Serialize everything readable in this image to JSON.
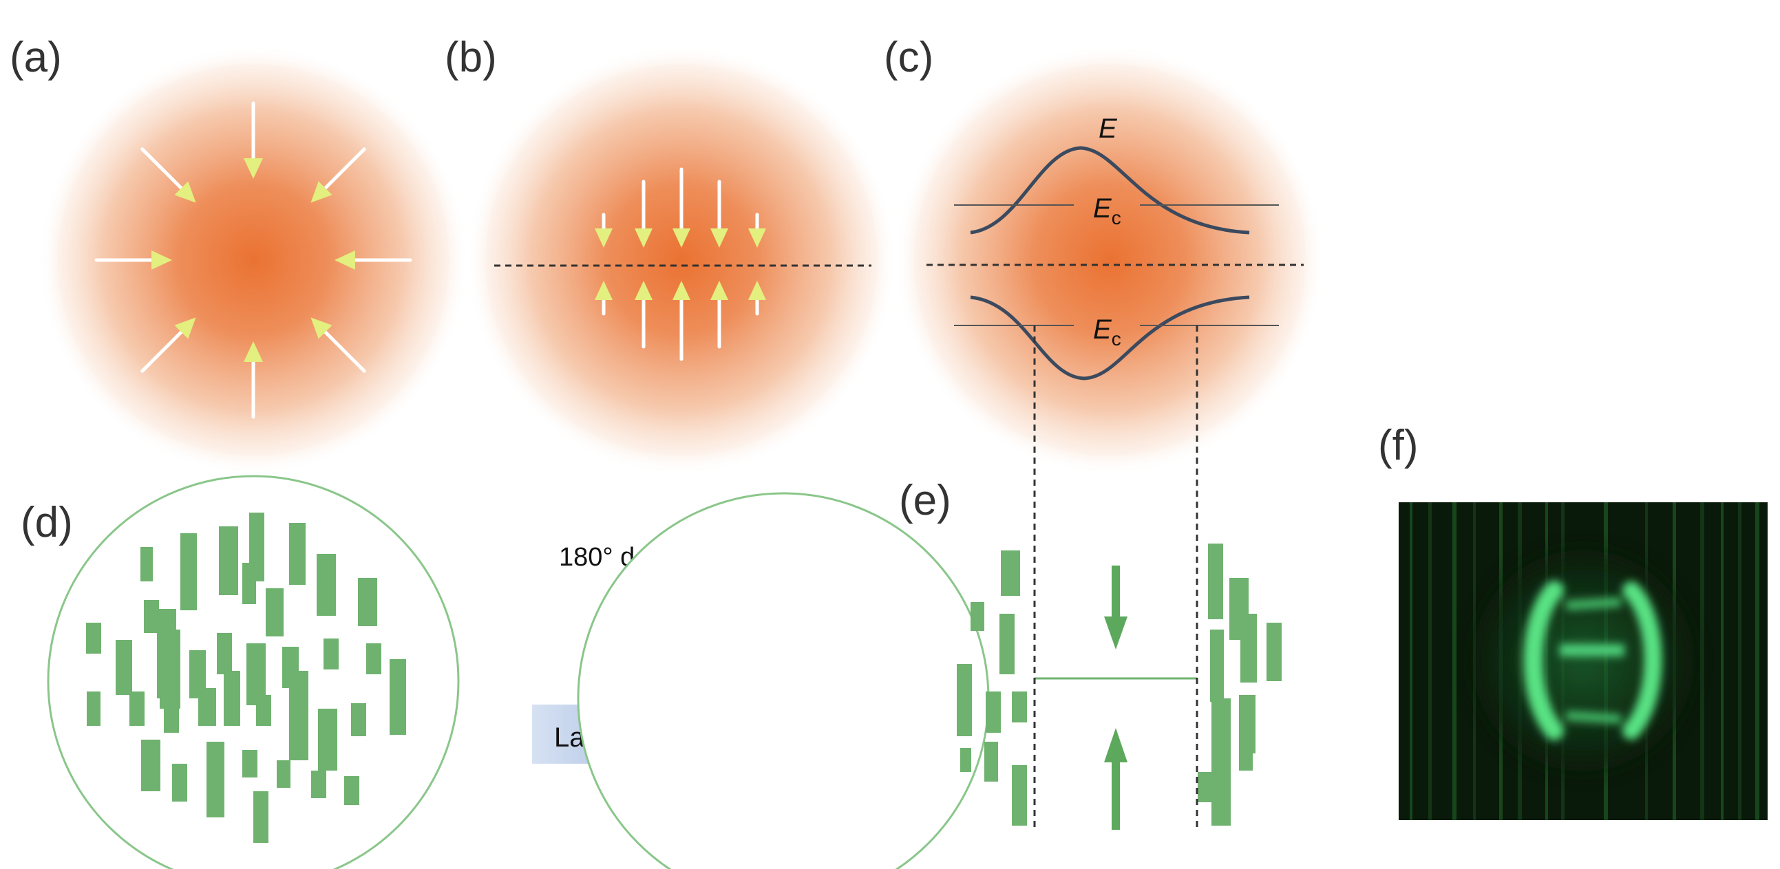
{
  "panels": {
    "a": {
      "label": "(a)"
    },
    "b": {
      "label": "(b)"
    },
    "c": {
      "label": "(c)",
      "field_label": "E",
      "coercive_label_main": "E",
      "coercive_label_sub": "c"
    },
    "d": {
      "label": "(d)"
    },
    "e": {
      "label": "(e)"
    },
    "f": {
      "label": "(f)"
    }
  },
  "legend": {
    "domains_label": "180° domains"
  },
  "process_arrow": {
    "label": "Laser poling"
  },
  "colors": {
    "beam_center": "#EA7A3A",
    "arrow_head": "#E3EF7E",
    "domain_green": "#6FB26F",
    "circle_outline": "#8AC68A",
    "process_arrow_light": "#CFDCF1",
    "process_arrow_dark": "#5F7DC3",
    "curve": "#3B4A5E",
    "image_bg": "#0A1A0A",
    "image_glow": "#55E07A"
  },
  "icons": [
    "converging-arrows-icon",
    "vertical-arrows-icon",
    "up-arrow-icon",
    "down-arrow-icon",
    "laser-poling-arrow-icon"
  ]
}
